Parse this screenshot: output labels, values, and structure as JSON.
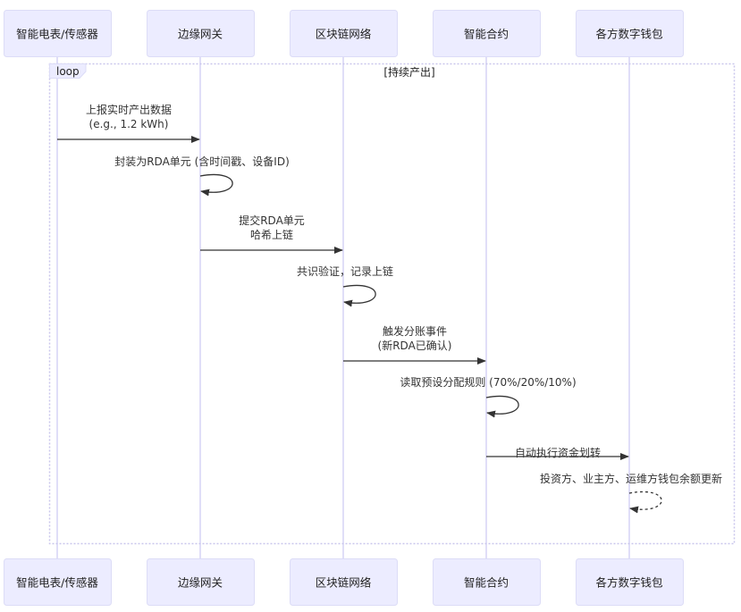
{
  "diagram": {
    "type": "sequence",
    "actors": [
      {
        "id": "meter",
        "label": "智能电表/传感器"
      },
      {
        "id": "gateway",
        "label": "边缘网关"
      },
      {
        "id": "chain",
        "label": "区块链网络"
      },
      {
        "id": "contract",
        "label": "智能合约"
      },
      {
        "id": "wallets",
        "label": "各方数字钱包"
      }
    ],
    "loop": {
      "label": "loop",
      "condition": "[持续产出]"
    },
    "messages": [
      {
        "from": 0,
        "to": 1,
        "style": "solid",
        "lines": [
          "上报实时产出数据",
          "(e.g., 1.2 kWh)"
        ]
      },
      {
        "from": 1,
        "to": 1,
        "style": "solid",
        "lines": [
          "封装为RDA单元 (含时间戳、设备ID)"
        ]
      },
      {
        "from": 1,
        "to": 2,
        "style": "solid",
        "lines": [
          "提交RDA单元",
          "哈希上链"
        ]
      },
      {
        "from": 2,
        "to": 2,
        "style": "solid",
        "lines": [
          "共识验证，记录上链"
        ]
      },
      {
        "from": 2,
        "to": 3,
        "style": "solid",
        "lines": [
          "触发分账事件",
          "(新RDA已确认)"
        ]
      },
      {
        "from": 3,
        "to": 3,
        "style": "solid",
        "lines": [
          "读取预设分配规则 (70%/20%/10%)"
        ]
      },
      {
        "from": 3,
        "to": 4,
        "style": "solid",
        "lines": [
          "自动执行资金划转"
        ]
      },
      {
        "from": 4,
        "to": 4,
        "style": "dashed",
        "lines": [
          "投资方、业主方、运维方钱包余额更新"
        ]
      }
    ]
  }
}
